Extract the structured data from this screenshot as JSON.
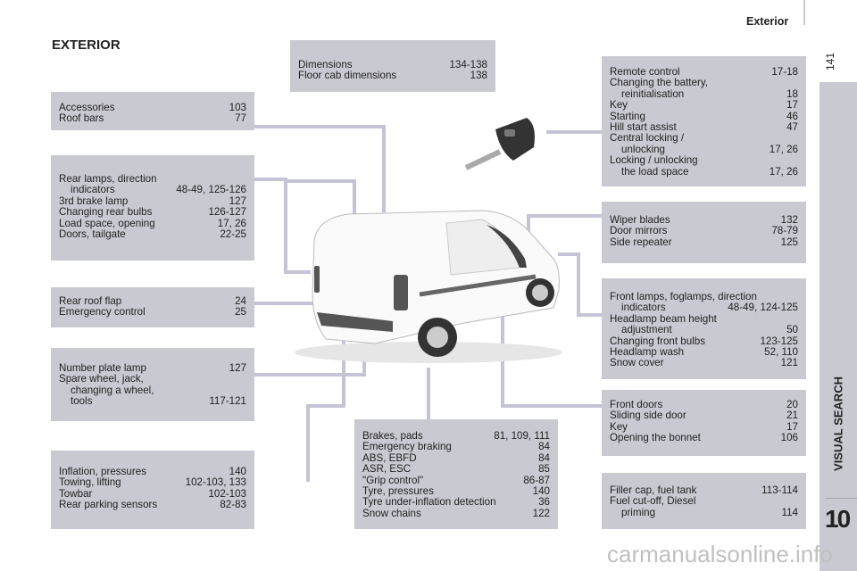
{
  "header": {
    "section": "Exterior",
    "page_number": "141"
  },
  "title": "EXTERIOR",
  "sidebar": {
    "label": "VISUAL SEARCH",
    "chapter": "10"
  },
  "watermark": "carmanualsonline.info",
  "boxes": {
    "dimensions": [
      [
        "Dimensions",
        "134-138"
      ],
      [
        "Floor cab dimensions",
        "138"
      ]
    ],
    "accessories": [
      [
        "Accessories",
        "103"
      ],
      [
        "Roof bars",
        "77"
      ]
    ],
    "rear_lamps": [
      [
        "Rear lamps, direction",
        ""
      ],
      [
        "indicators",
        "48-49, 125-126"
      ],
      [
        "3rd brake lamp",
        "127"
      ],
      [
        "Changing rear bulbs",
        "126-127"
      ],
      [
        "Load space, opening",
        "17, 26"
      ],
      [
        "Doors, tailgate",
        "22-25"
      ]
    ],
    "rear_roof": [
      [
        "Rear roof flap",
        "24"
      ],
      [
        "Emergency control",
        "25"
      ]
    ],
    "number_plate": [
      [
        "Number plate lamp",
        "127"
      ],
      [
        "Spare wheel, jack,",
        ""
      ],
      [
        "changing a wheel,",
        ""
      ],
      [
        "tools",
        "117-121"
      ]
    ],
    "inflation": [
      [
        "Inflation, pressures",
        "140"
      ],
      [
        "Towing, lifting",
        "102-103, 133"
      ],
      [
        "Towbar",
        "102-103"
      ],
      [
        "Rear parking sensors",
        "82-83"
      ]
    ],
    "brakes": [
      [
        "Brakes, pads",
        "81, 109, 111"
      ],
      [
        "Emergency braking",
        "84"
      ],
      [
        "ABS, EBFD",
        "84"
      ],
      [
        "ASR, ESC",
        "85"
      ],
      [
        "\"Grip control\"",
        "86-87"
      ],
      [
        "Tyre, pressures",
        "140"
      ],
      [
        "Tyre under-inflation detection",
        "36"
      ],
      [
        "Snow chains",
        "122"
      ]
    ],
    "remote": [
      [
        "Remote control",
        "17-18"
      ],
      [
        "Changing the battery,",
        ""
      ],
      [
        "reinitialisation",
        "18"
      ],
      [
        "Key",
        "17"
      ],
      [
        "Starting",
        "46"
      ],
      [
        "Hill start assist",
        "47"
      ],
      [
        "Central locking /",
        ""
      ],
      [
        "unlocking",
        "17, 26"
      ],
      [
        "Locking / unlocking",
        ""
      ],
      [
        "the load space",
        "17, 26"
      ]
    ],
    "wiper": [
      [
        "Wiper blades",
        "132"
      ],
      [
        "Door mirrors",
        "78-79"
      ],
      [
        "Side repeater",
        "125"
      ]
    ],
    "front_lamps": [
      [
        "Front lamps, foglamps, direction",
        ""
      ],
      [
        "indicators",
        "48-49, 124-125"
      ],
      [
        "Headlamp beam height",
        ""
      ],
      [
        "adjustment",
        "50"
      ],
      [
        "Changing front bulbs",
        "123-125"
      ],
      [
        "Headlamp wash",
        "52, 110"
      ],
      [
        "Snow cover",
        "121"
      ]
    ],
    "front_doors": [
      [
        "Front doors",
        "20"
      ],
      [
        "Sliding side door",
        "21"
      ],
      [
        "Key",
        "17"
      ],
      [
        "Opening the bonnet",
        "106"
      ]
    ],
    "filler": [
      [
        "Filler cap, fuel tank",
        "113-114"
      ],
      [
        "Fuel cut-off, Diesel",
        ""
      ],
      [
        "priming",
        "114"
      ]
    ]
  },
  "indented": {
    "rear_lamps": [
      1
    ],
    "number_plate": [
      2,
      3
    ],
    "remote": [
      2,
      7,
      9
    ],
    "front_lamps": [
      1,
      3
    ],
    "filler": [
      2
    ]
  }
}
